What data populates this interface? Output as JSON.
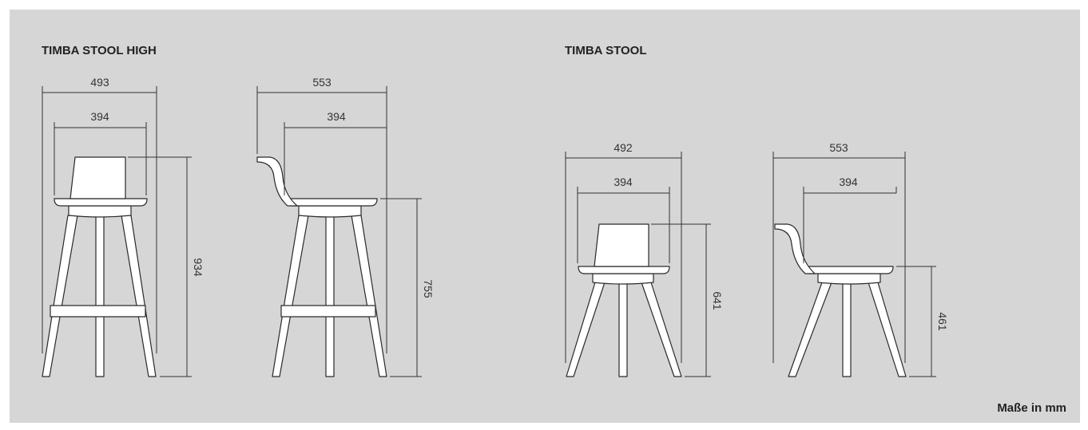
{
  "titles": {
    "high": "TIMBA STOOL HIGH",
    "low": "TIMBA STOOL"
  },
  "dims": {
    "high_front_width": "493",
    "high_front_seat": "394",
    "high_front_height": "934",
    "high_side_width": "553",
    "high_side_seat": "394",
    "high_side_height": "755",
    "low_front_width": "492",
    "low_front_seat": "394",
    "low_front_height": "641",
    "low_side_width": "553",
    "low_side_seat": "394",
    "low_side_height": "461"
  },
  "footer": {
    "units": "Maße in mm"
  },
  "colors": {
    "background": "#d6d6d6",
    "chair": "#ffffff",
    "line": "#333333"
  }
}
